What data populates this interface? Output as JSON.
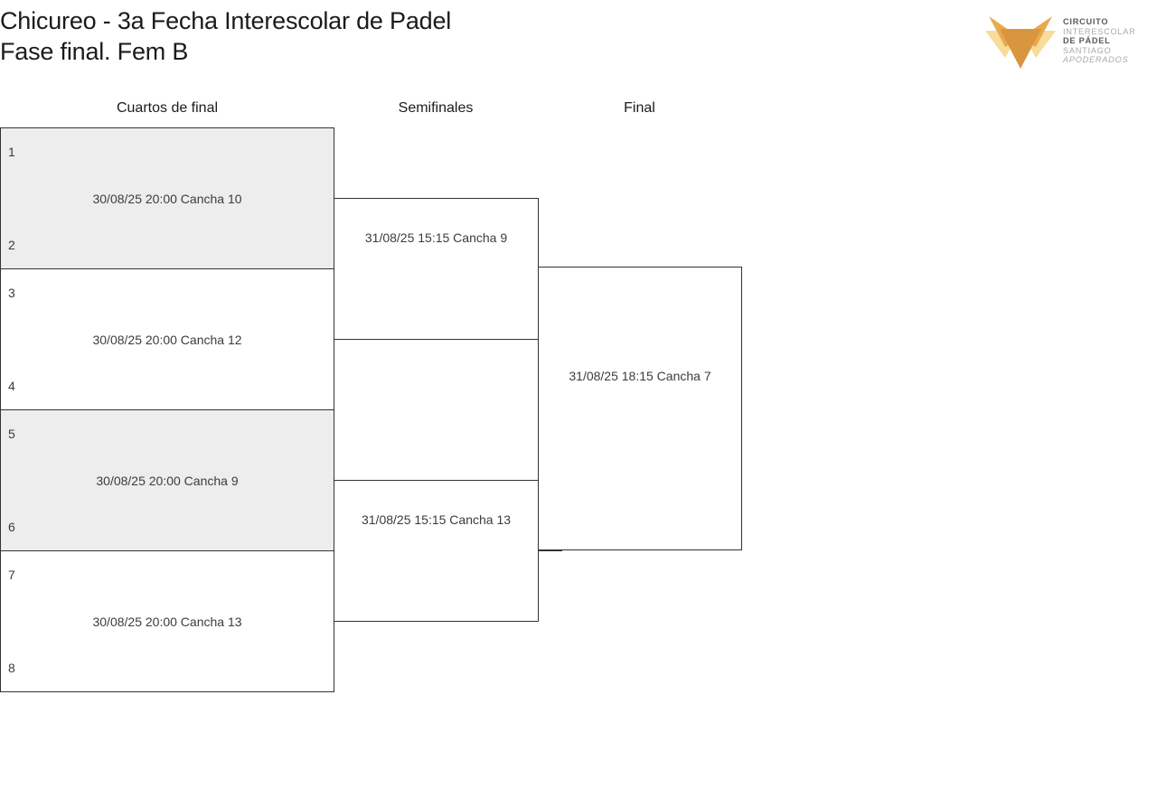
{
  "header": {
    "title_line1": "Chicureo - 3a Fecha Interescolar de Padel",
    "title_line2": "Fase final. Fem B"
  },
  "logo": {
    "line1": "CIRCUITO",
    "line2": "INTERESCOLAR",
    "line3": "DE PÁDEL",
    "line4": "SANTIAGO",
    "line5": "APODERADOS",
    "colors": {
      "mark_light": "#f7dc9a",
      "mark_mid": "#e8a94f",
      "mark_dark": "#d9963f",
      "text_strong": "#58595b",
      "text_light": "#a7a9ac"
    }
  },
  "rounds": [
    {
      "id": "qf",
      "label": "Cuartos de final"
    },
    {
      "id": "sf",
      "label": "Semifinales"
    },
    {
      "id": "fin",
      "label": "Final"
    }
  ],
  "bracket": {
    "shaded_color": "#ededed",
    "line_color": "#333333",
    "quarterfinals": [
      {
        "seed_top": "1",
        "seed_bottom": "2",
        "info": "30/08/25 20:00 Cancha 10",
        "shaded": true
      },
      {
        "seed_top": "3",
        "seed_bottom": "4",
        "info": "30/08/25 20:00 Cancha 12",
        "shaded": false
      },
      {
        "seed_top": "5",
        "seed_bottom": "6",
        "info": "30/08/25 20:00 Cancha 9",
        "shaded": true
      },
      {
        "seed_top": "7",
        "seed_bottom": "8",
        "info": "30/08/25 20:00 Cancha 13",
        "shaded": false
      }
    ],
    "semifinals": [
      {
        "info": "31/08/25 15:15 Cancha 9"
      },
      {
        "info": "31/08/25 15:15 Cancha 13"
      }
    ],
    "final": [
      {
        "info": "31/08/25 18:15 Cancha 7"
      }
    ]
  }
}
